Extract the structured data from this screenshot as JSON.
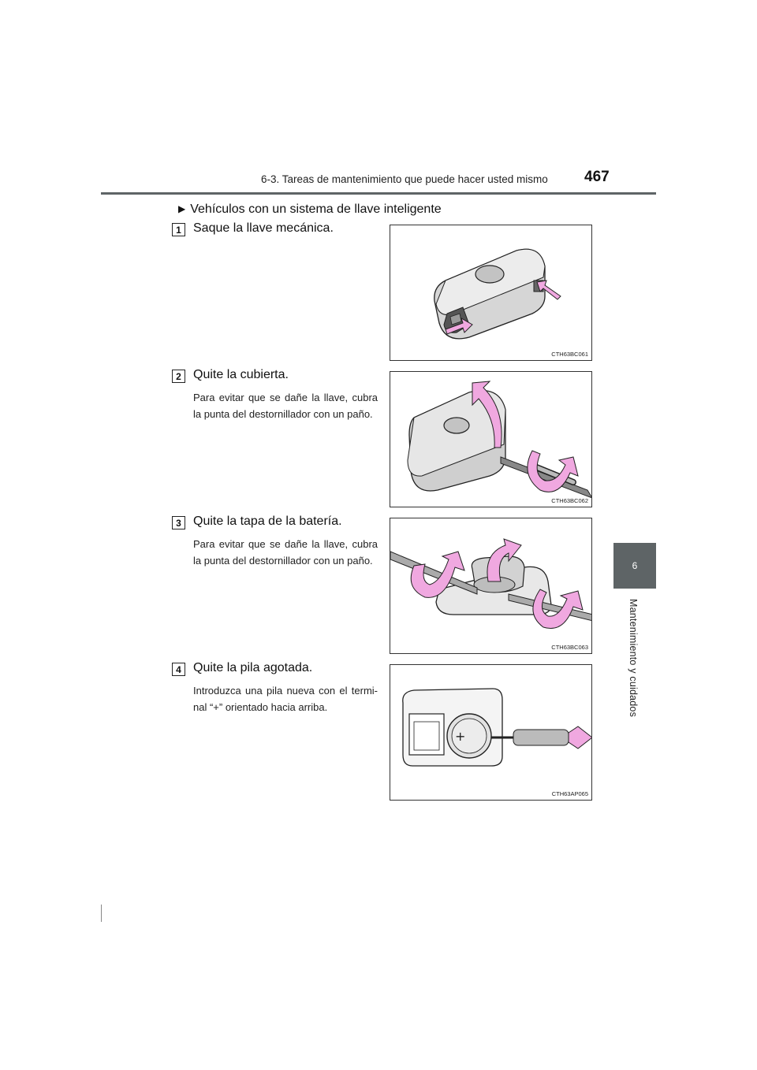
{
  "header": {
    "section_title": "6-3. Tareas de mantenimiento que puede hacer usted mismo",
    "page_number": "467"
  },
  "side_tab": {
    "chapter_number": "6",
    "chapter_title": "Mantenimiento y cuidados"
  },
  "section": {
    "heading": "Vehículos con un sistema de llave inteligente",
    "arrow_icon": "triangle-right-icon"
  },
  "steps": [
    {
      "number": "1",
      "text": "Saque la llave mecánica.",
      "note": "",
      "figure_code": "CTH63BC061"
    },
    {
      "number": "2",
      "text": "Quite la cubierta.",
      "note": "Para evitar que se dañe la llave, cubra la punta del destornillador con un paño.",
      "figure_code": "CTH63BC062"
    },
    {
      "number": "3",
      "text": "Quite la tapa de la batería.",
      "note": "Para evitar que se dañe la llave, cubra la punta del destornillador con un paño.",
      "figure_code": "CTH63BC063"
    },
    {
      "number": "4",
      "text": "Quite la pila agotada.",
      "note": "Introduzca una pila nueva con el termi-nal “+” orientado hacia arriba.",
      "figure_code": "CTH63AP065"
    }
  ],
  "colors": {
    "tab_gray": "#5e6466",
    "arrow_pink": "#f0a8e0",
    "key_gray": "#c9c9c9"
  }
}
